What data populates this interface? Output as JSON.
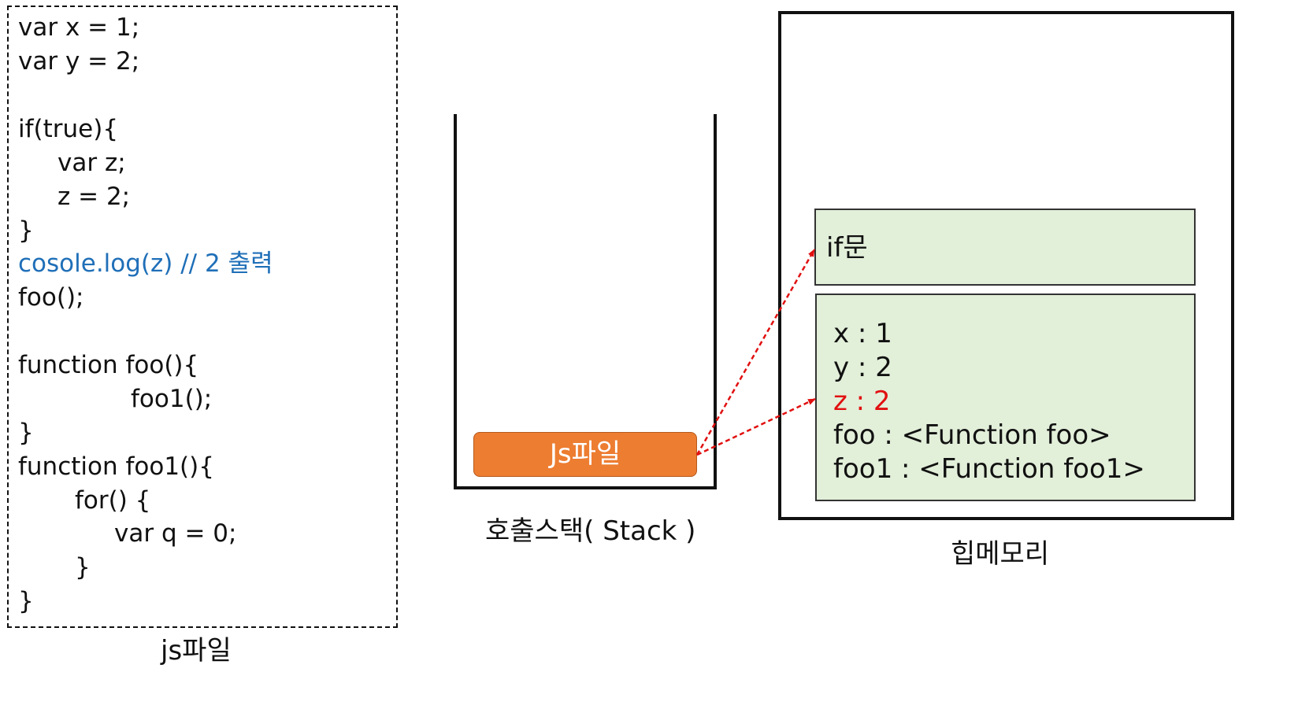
{
  "code_file": {
    "lines": [
      "var x = 1;",
      "var y = 2;",
      "if(true){",
      "var z;",
      "z = 2;",
      "}",
      "cosole.log(z) // 2 출력",
      "foo();",
      "function foo(){",
      "foo1();",
      "}",
      "function foo1(){",
      "for() {",
      "var q = 0;",
      "}",
      "}"
    ],
    "caption": "js파일"
  },
  "call_stack": {
    "frame_label": "Js파일",
    "caption": "호출스택( Stack )"
  },
  "heap": {
    "caption": "힙메모리",
    "if_scope_label": "if문",
    "global_scope_entries": [
      "x : 1",
      "y : 2",
      "z : 2",
      "foo : <Function foo>",
      "foo1 : <Function foo1>"
    ]
  },
  "colors": {
    "highlight_text": "#1f6fb8",
    "stack_frame": "#ed7d31",
    "scope_fill": "#e2efd9",
    "emphasis_text": "#e11010",
    "arrow": "#e11010"
  }
}
